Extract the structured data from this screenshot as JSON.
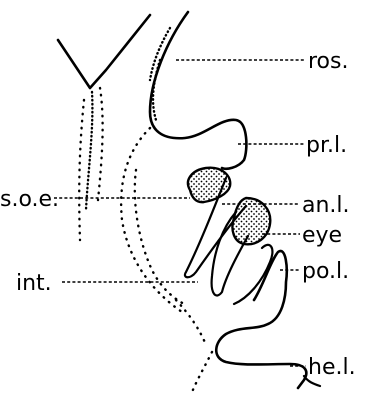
{
  "labels": {
    "ros": "ros.",
    "prl": "pr.l.",
    "soe": "s.o.e.",
    "anl": "an.l.",
    "eye": "eye",
    "int": "int.",
    "pol": "po.l.",
    "hel": "he.l."
  }
}
